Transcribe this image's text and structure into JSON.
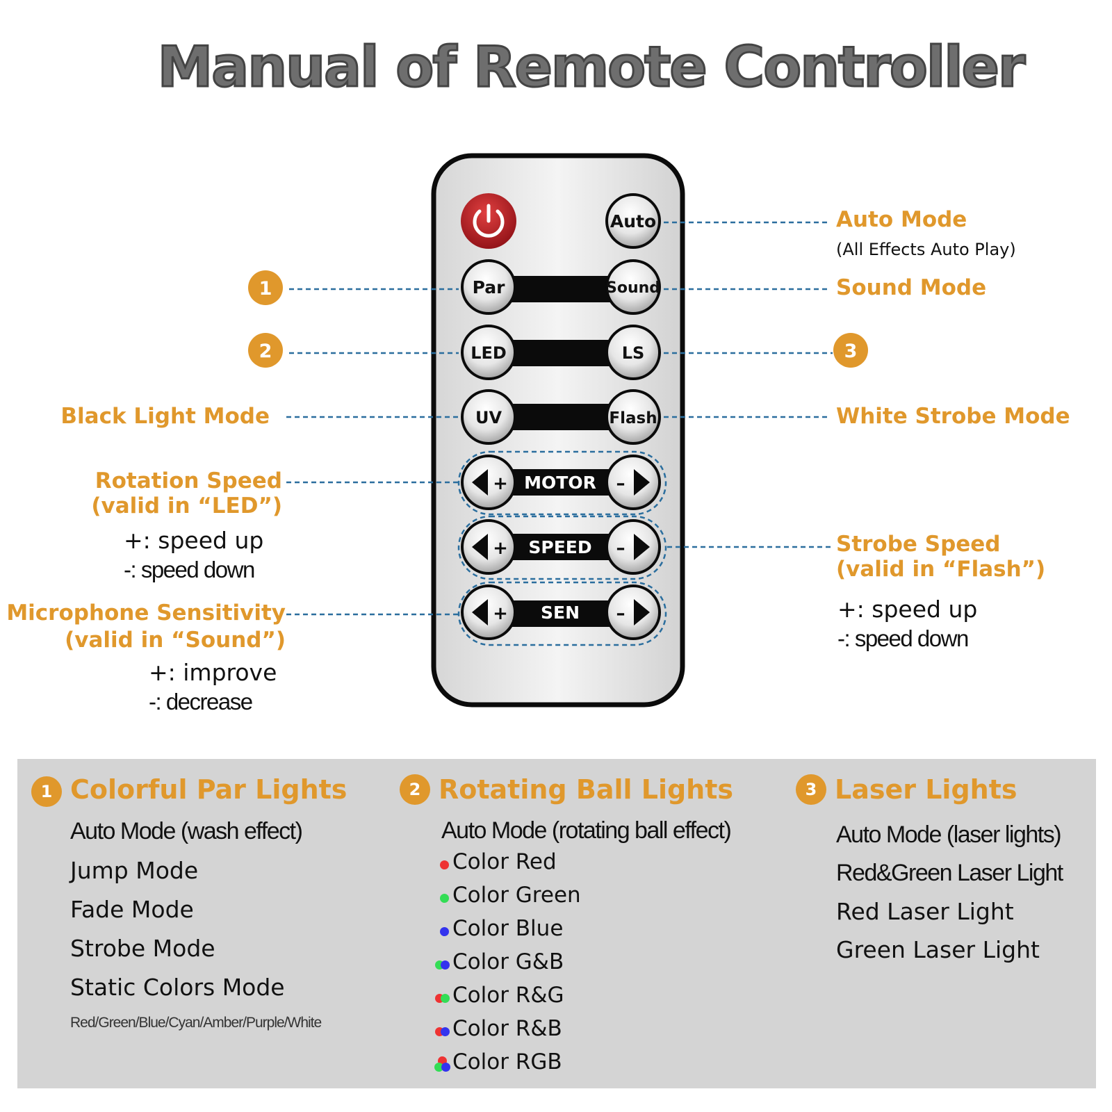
{
  "title": "Manual of Remote Controller",
  "remote": {
    "buttons": {
      "power": "",
      "auto": "Auto",
      "par": "Par",
      "sound": "Sound",
      "led": "LED",
      "ls": "LS",
      "uv": "UV",
      "flash": "Flash",
      "motor": "MOTOR",
      "speed": "SPEED",
      "sen": "SEN",
      "plus": "+",
      "minus": "–"
    }
  },
  "labels": {
    "auto_mode": "Auto Mode",
    "auto_mode_sub": "(All Effects Auto Play)",
    "sound_mode": "Sound Mode",
    "badge1": "1",
    "badge2": "2",
    "badge3": "3",
    "black_light_mode": "Black Light Mode",
    "white_strobe_mode": "White Strobe Mode",
    "rotation_speed": "Rotation Speed",
    "rotation_valid": "(valid in “LED”)",
    "rotation_plus": "+: speed up",
    "rotation_minus": "-: speed down",
    "strobe_speed": "Strobe Speed",
    "strobe_valid": "(valid in “Flash”)",
    "strobe_plus": "+: speed up",
    "strobe_minus": "-: speed down",
    "mic_sensitivity": "Microphone Sensitivity",
    "mic_valid": "(valid in “Sound”)",
    "mic_plus": "+: improve",
    "mic_minus": "-: decrease"
  },
  "panel": {
    "col1": {
      "badge": "1",
      "title": "Colorful Par Lights",
      "items": [
        "Auto Mode (wash effect)",
        "Jump Mode",
        "Fade Mode",
        "Strobe Mode",
        "Static Colors Mode"
      ],
      "note": "Red/Green/Blue/Cyan/Amber/Purple/White"
    },
    "col2": {
      "badge": "2",
      "title": "Rotating Ball Lights",
      "auto": "Auto Mode (rotating ball effect)",
      "items": [
        "Color Red",
        "Color Green",
        "Color Blue",
        "Color G&B",
        "Color R&G",
        "Color R&B",
        "Color RGB"
      ]
    },
    "col3": {
      "badge": "3",
      "title": "Laser Lights",
      "items": [
        "Auto Mode (laser lights)",
        "Red&Green Laser Light",
        "Red Laser Light",
        "Green Laser Light"
      ]
    }
  },
  "colors": {
    "accent": "#e0982c",
    "leader": "#2b6e9e",
    "power": "#c0262b",
    "red": "#ee3333",
    "green": "#33dd55",
    "blue": "#3333ee"
  }
}
